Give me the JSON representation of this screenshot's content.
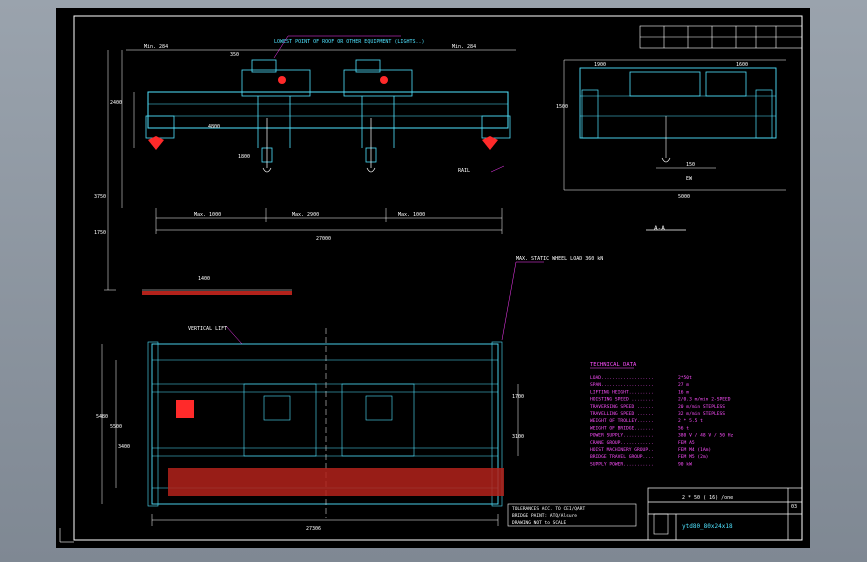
{
  "drawing": {
    "lowest_point_note": "LOWEST POINT OF ROOF OR OTHER EQUIPMENT (LIGHTS..)",
    "section_label": "A-A",
    "max_wheel_load_note": "MAX. STATIC WHEEL LOAD 360 kN",
    "dim_top": {
      "left_min": "Min. 284",
      "right_min": "Min. 284",
      "dim_350": "350",
      "total_span": "27000",
      "left_max": "Max. 1000",
      "mid_max": "Max. 2900",
      "right_max": "Max. 1000",
      "h_3750": "3750",
      "h_1750": "1750",
      "h_2400": "2400",
      "h_1400": "1400",
      "h_1800": "1800",
      "h_4800": "4800",
      "rail_label": "RAIL"
    },
    "dim_section": {
      "w_1900": "1900",
      "w_1600": "1600",
      "h_1500": "1500",
      "h_5000": "5000",
      "w_150": "150",
      "w_ew": "EW"
    },
    "dim_plan": {
      "total_length": "27306",
      "w_3400": "3400",
      "w_5480": "5480",
      "w_5500": "5500",
      "w_1700": "1700",
      "w_3100": "3100",
      "w_ref_lift": "VERTICAL LIFT"
    },
    "notes_box": [
      "TOLERANCES ACC. TO CEI/QART",
      "BRIDGE PAINT: ATQ/Alsure",
      "DRAWING NOT to SCALE"
    ],
    "technical_data": {
      "title": "TECHNICAL DATA",
      "rows": [
        {
          "label": "LOAD...................",
          "value": "2*50t"
        },
        {
          "label": "SPAN...................",
          "value": "27 m"
        },
        {
          "label": "LIFTING HEIGHT.........",
          "value": "16 m"
        },
        {
          "label": "HOISTING SPEED ........",
          "value": "2/0.3 m/min  2-SPEED"
        },
        {
          "label": "TRAVERSING SPEED ......",
          "value": "20 m/min  STEPLESS"
        },
        {
          "label": "TRAVELLING SPEED ......",
          "value": "32 m/min  STEPLESS"
        },
        {
          "label": "WEIGHT OF TROLLEY......",
          "value": "2 * 5.5 t"
        },
        {
          "label": "WEIGHT OF BRIDGE.......",
          "value": "56 t"
        },
        {
          "label": "POWER SUPPLY...........",
          "value": "380 V / 48 V / 50 Hz"
        },
        {
          "label": "CRANE GROUP............",
          "value": "FEM A5"
        },
        {
          "label": "HOIST MACHINERY GROUP..",
          "value": "FEM M4 (1Am)"
        },
        {
          "label": "BRIDGE TRAVEL GROUP....",
          "value": "FEM M5 (2m)"
        },
        {
          "label": "SUPPLY POWER...........",
          "value": "90 kW"
        }
      ]
    },
    "title_block": {
      "line1": "2 * 50 ( 16) /one",
      "drawing_no": "ytd80_80x24x18",
      "sheet": "03"
    }
  },
  "colors": {
    "sheet": "#000000",
    "frame": "#ffffff",
    "steel": "#4fe3ff",
    "magenta": "#ff3cff",
    "hatch": "#b3221b",
    "tech": "#ff4fff",
    "red": "#ff2a2a",
    "white": "#ffffff"
  }
}
